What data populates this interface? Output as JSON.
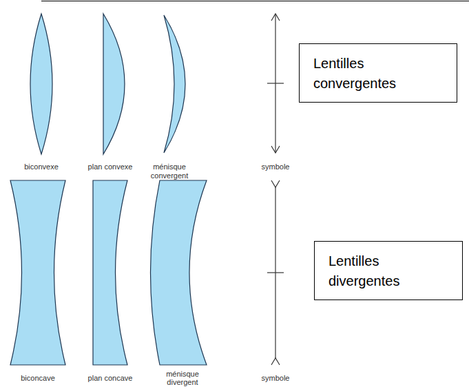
{
  "diagram": {
    "nodes": [
      {
        "text": [
          "Lentilles convergentes"
        ]
      },
      {
        "text": [
          "Lentilles divergentes"
        ]
      }
    ],
    "labels": [
      "biconvexe",
      "plan convexe",
      "ménisque convergent",
      "symbole",
      "biconcave",
      "plan concave",
      "ménisque divergent",
      "symbole"
    ]
  }
}
